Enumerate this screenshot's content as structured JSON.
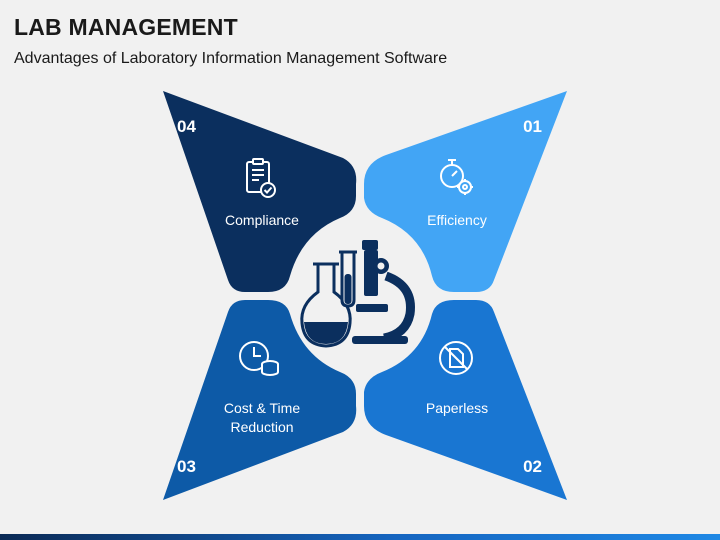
{
  "header": {
    "title": "LAB MANAGEMENT",
    "subtitle": "Advantages of Laboratory Information Management Software"
  },
  "segments": [
    {
      "number": "01",
      "label": "Efficiency",
      "icon": "stopwatch-gear-icon",
      "color": "#42a5f5"
    },
    {
      "number": "02",
      "label": "Paperless",
      "icon": "no-paper-icon",
      "color": "#1976d2"
    },
    {
      "number": "03",
      "label_line1": "Cost & Time",
      "label_line2": "Reduction",
      "icon": "clock-coins-icon",
      "color": "#0d5aa7"
    },
    {
      "number": "04",
      "label": "Compliance",
      "icon": "clipboard-check-icon",
      "color": "#0b2f5e"
    }
  ],
  "center": {
    "icon": "lab-flask-microscope-icon",
    "color": "#0b2f5e"
  }
}
